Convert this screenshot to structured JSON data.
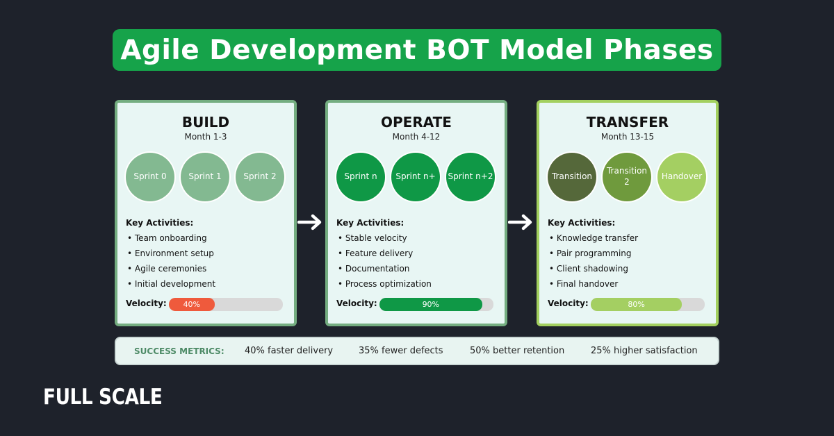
{
  "title": "Agile Development BOT Model Phases",
  "phases": [
    {
      "name": "BUILD",
      "period": "Month 1-3",
      "sprints": [
        "Sprint 0",
        "Sprint 1",
        "Sprint 2"
      ],
      "sprint_colors": [
        "#83b991",
        "#83b991",
        "#83b991"
      ],
      "activities_heading": "Key Activities:",
      "activities": [
        "• Team onboarding",
        "• Environment setup",
        "• Agile ceremonies",
        "• Initial development"
      ],
      "velocity_label": "Velocity:",
      "velocity": 0.4,
      "velocity_text": "40%",
      "velocity_color": "#ef5a3c"
    },
    {
      "name": "OPERATE",
      "period": "Month 4-12",
      "sprints": [
        "Sprint n",
        "Sprint n+",
        "Sprint n+2"
      ],
      "sprint_colors": [
        "#0f9846",
        "#0f9846",
        "#0f9846"
      ],
      "activities_heading": "Key Activities:",
      "activities": [
        "• Stable velocity",
        "• Feature delivery",
        "• Documentation",
        "• Process optimization"
      ],
      "velocity_label": "Velocity:",
      "velocity": 0.9,
      "velocity_text": "90%",
      "velocity_color": "#0f9846"
    },
    {
      "name": "TRANSFER",
      "period": "Month 13-15",
      "sprints": [
        "Transition",
        "Transition 2",
        "Handover"
      ],
      "sprint_colors": [
        "#55683a",
        "#6f9a3d",
        "#a4cf62"
      ],
      "activities_heading": "Key Activities:",
      "activities": [
        "• Knowledge transfer",
        "• Pair programming",
        "• Client shadowing",
        "• Final handover"
      ],
      "velocity_label": "Velocity:",
      "velocity": 0.8,
      "velocity_text": "80%",
      "velocity_color": "#a4cf62"
    }
  ],
  "metrics": {
    "label": "SUCCESS METRICS:",
    "items": [
      "40% faster delivery",
      "35% fewer defects",
      "50% better retention",
      "25% higher satisfaction"
    ]
  },
  "brand": "FULL SCALE",
  "colors": {
    "background": "#1e222b",
    "title_bg": "#16a34a",
    "panel_bg": "#e8f6f4",
    "arrow": "#ffffff"
  }
}
